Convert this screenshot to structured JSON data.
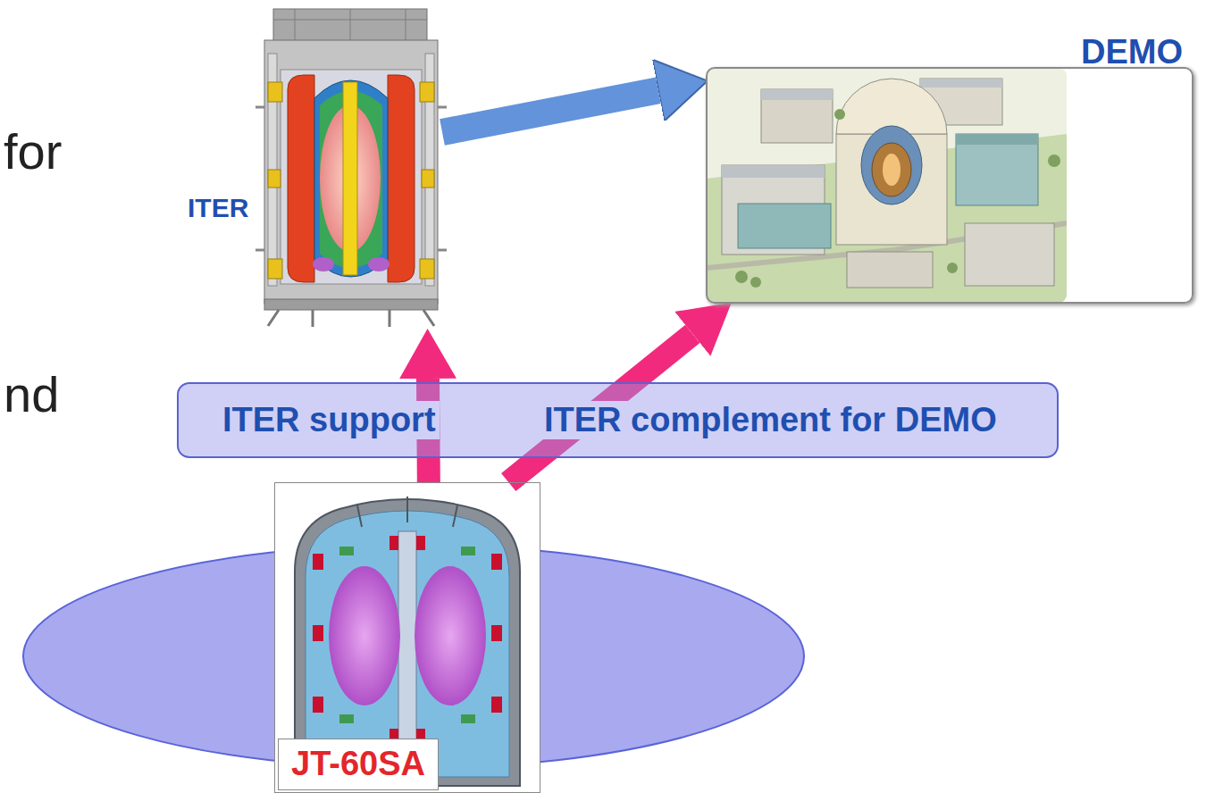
{
  "diagram": {
    "nodes": [
      {
        "text": [
          "ITER"
        ]
      },
      {
        "text": [
          "DEMO"
        ]
      },
      {
        "text": [
          "ITER support",
          "ITER complement for DEMO"
        ]
      },
      {
        "text": [
          "JT-60SA"
        ]
      }
    ],
    "edges": [
      {
        "from": 0,
        "to": 1,
        "arrow": "to"
      },
      {
        "from": 3,
        "to": 0,
        "arrow": "to"
      },
      {
        "from": 3,
        "to": 1,
        "arrow": "to"
      }
    ],
    "labels": [
      "for",
      "nd"
    ]
  }
}
